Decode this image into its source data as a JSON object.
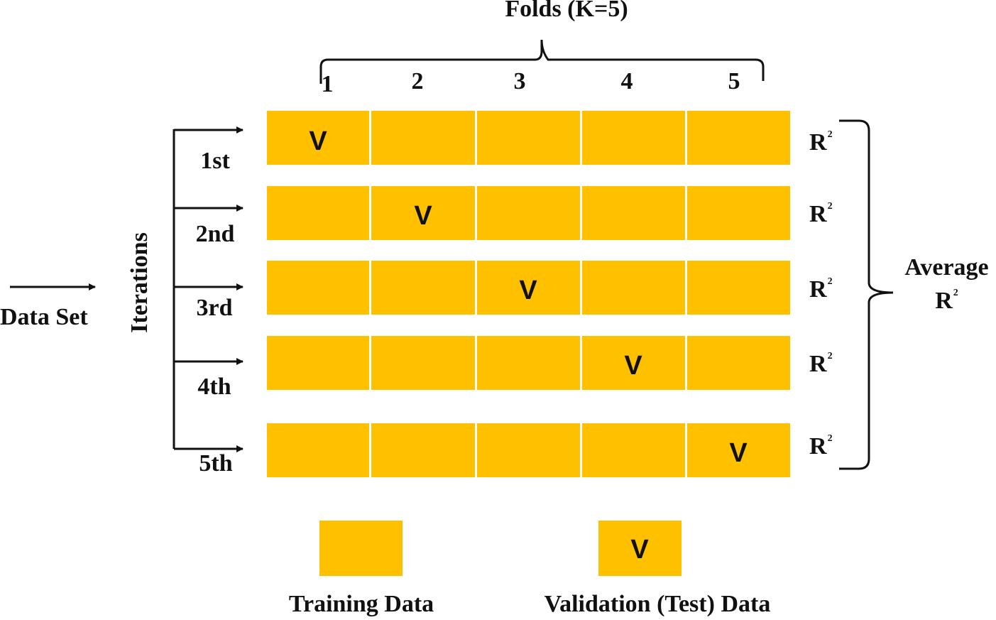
{
  "folds_title": "Folds (K=5)",
  "fold_numbers": [
    "1",
    "2",
    "3",
    "4",
    "5"
  ],
  "data_set_label": "Data Set",
  "iterations_label": "Iterations",
  "iteration_labels": [
    "1st",
    "2nd",
    "3rd",
    "4th",
    "5th"
  ],
  "validation_mark": "V",
  "r_squared": {
    "base": "R",
    "exponent": "2"
  },
  "average_label": "Average",
  "average_r2": {
    "base": "R",
    "exponent": "2"
  },
  "legend": {
    "training_label": "Training Data",
    "validation_label": "Validation (Test) Data",
    "validation_mark": "V"
  },
  "colors": {
    "fold_fill": "#ffc000",
    "ink": "#111111"
  }
}
